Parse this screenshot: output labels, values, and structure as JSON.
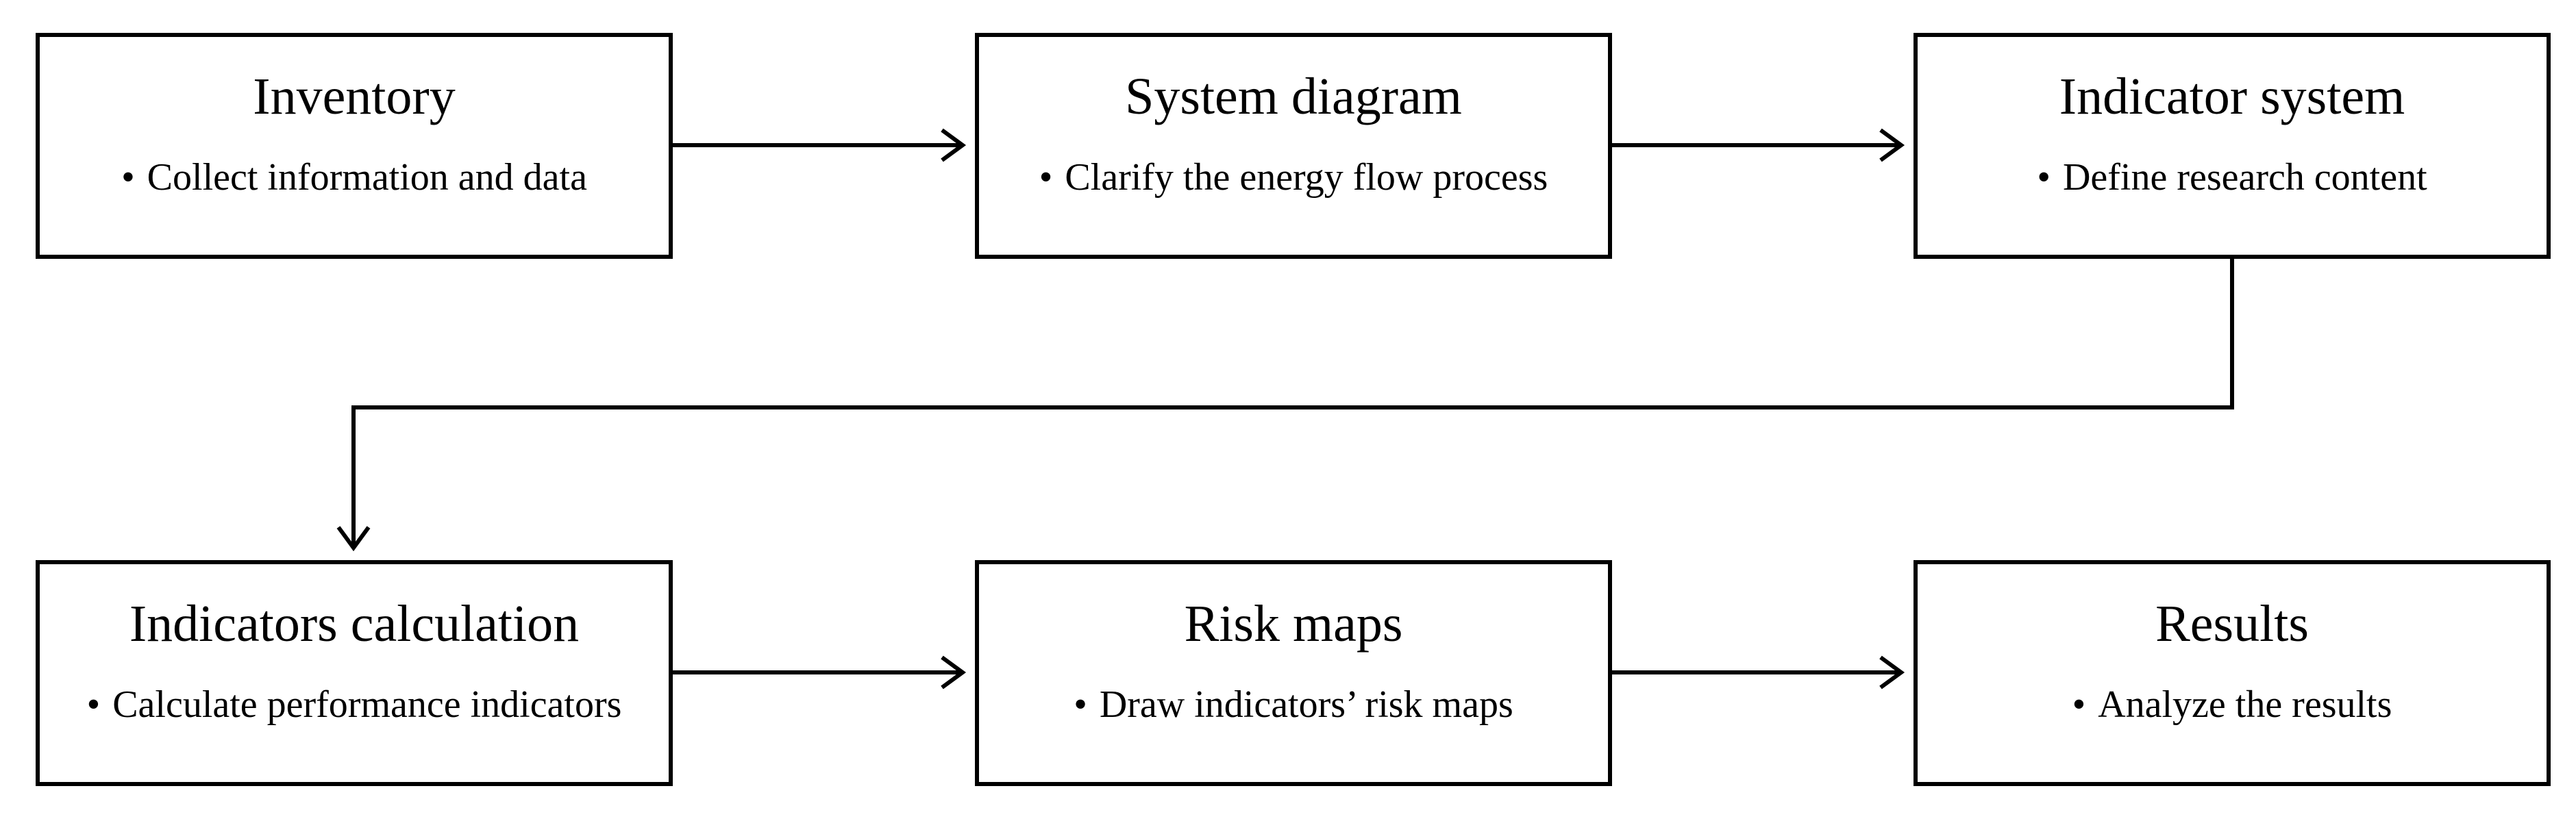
{
  "diagram": {
    "steps": [
      {
        "id": "inventory",
        "title": "Inventory",
        "bullet": "Collect information and data"
      },
      {
        "id": "system-diagram",
        "title": "System diagram",
        "bullet": "Clarify the energy flow process"
      },
      {
        "id": "indicator-system",
        "title": "Indicator system",
        "bullet": "Define research content"
      },
      {
        "id": "indicators-calculation",
        "title": "Indicators calculation",
        "bullet": "Calculate performance indicators"
      },
      {
        "id": "risk-maps",
        "title": "Risk maps",
        "bullet": "Draw indicators’ risk maps"
      },
      {
        "id": "results",
        "title": "Results",
        "bullet": "Analyze the results"
      }
    ],
    "bullet_symbol": "•",
    "flow": [
      [
        "inventory",
        "system-diagram"
      ],
      [
        "system-diagram",
        "indicator-system"
      ],
      [
        "indicator-system",
        "indicators-calculation"
      ],
      [
        "indicators-calculation",
        "risk-maps"
      ],
      [
        "risk-maps",
        "results"
      ]
    ],
    "colors": {
      "stroke": "#000000",
      "background": "#ffffff",
      "text": "#000000"
    }
  }
}
